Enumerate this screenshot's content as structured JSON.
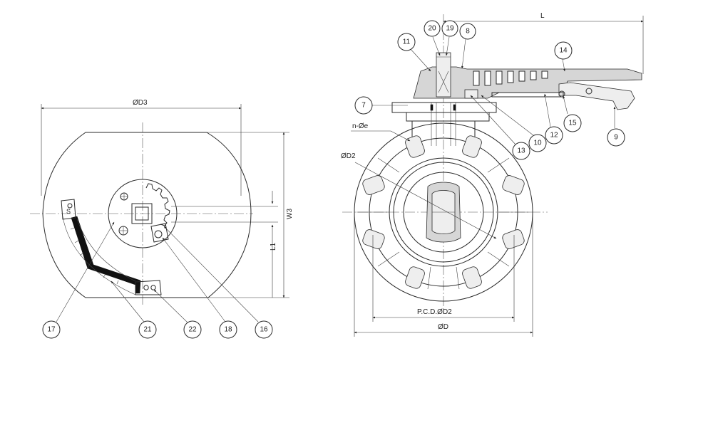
{
  "left_view": {
    "dims": {
      "d3": "ØD3",
      "w3": "W3",
      "l1": "L1"
    },
    "stop_mark": "S",
    "bubbles": [
      "17",
      "21",
      "22",
      "18",
      "16"
    ]
  },
  "right_view": {
    "dims": {
      "l": "L",
      "d2": "ØD2",
      "ne": "n-Øe",
      "pcd": "P.C.D.ØD2",
      "d": "ØD"
    },
    "bubbles": [
      "11",
      "20",
      "19",
      "8",
      "14",
      "7",
      "15",
      "9",
      "12",
      "10",
      "13"
    ]
  }
}
